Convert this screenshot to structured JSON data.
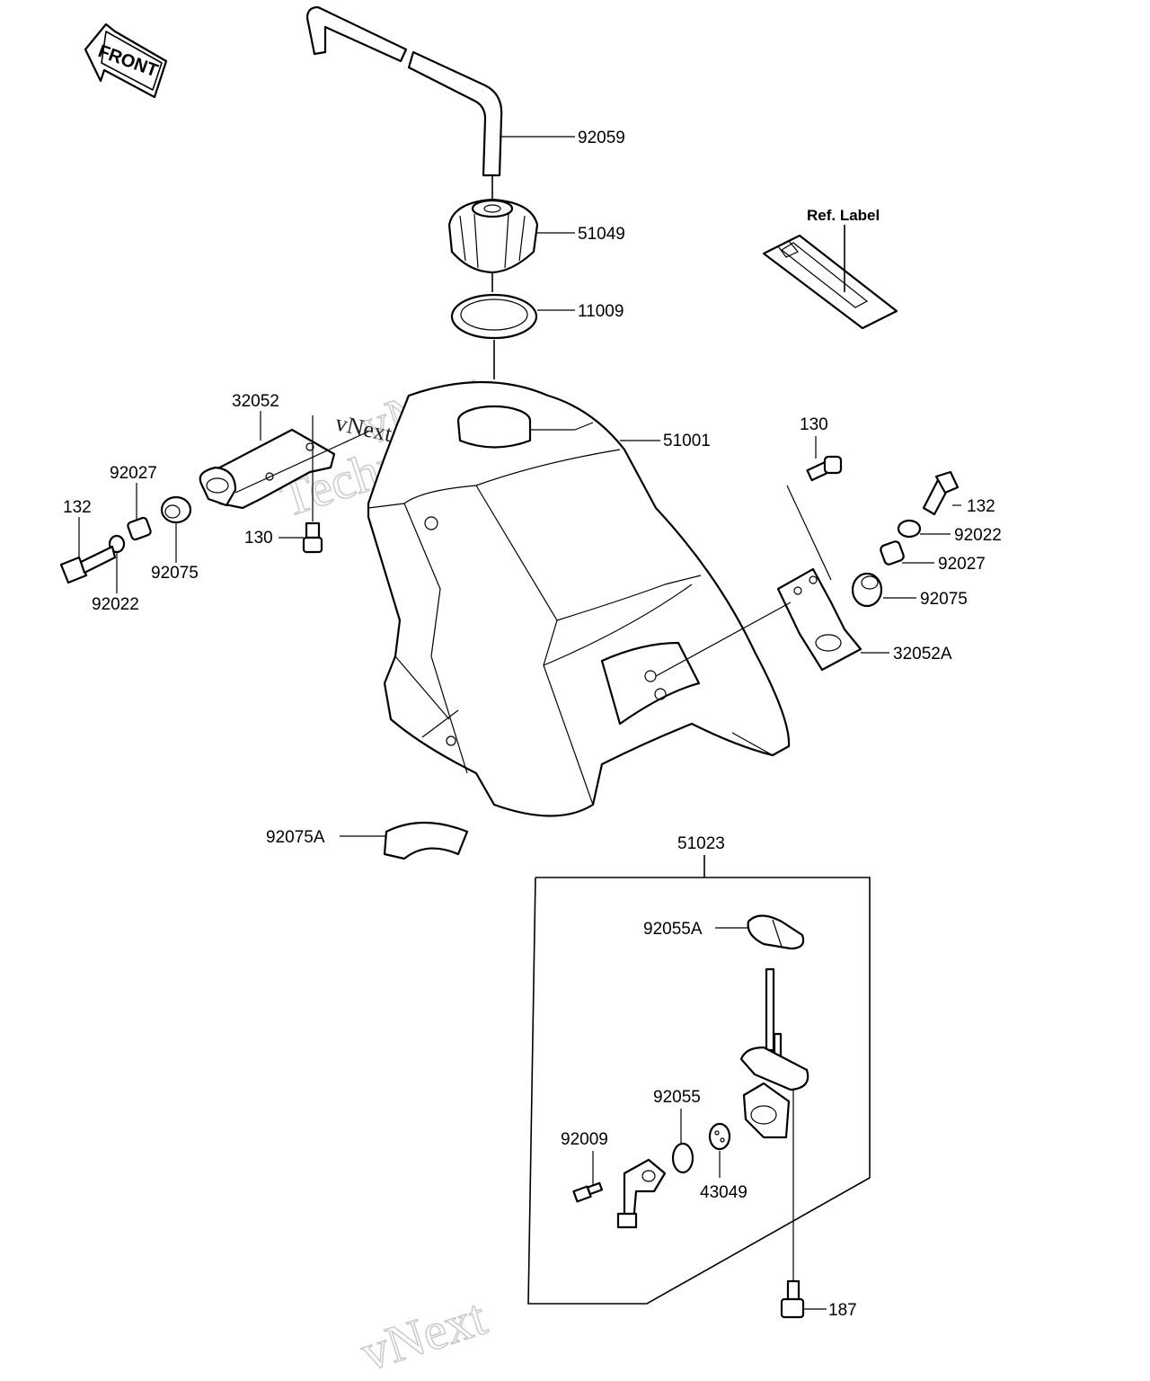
{
  "front_badge": "FRONT",
  "ref_label": "Ref. Label",
  "watermark": {
    "line1": "vNext",
    "line2": "Technologies",
    "inline": "vNext Technologies"
  },
  "callouts": {
    "c92059": "92059",
    "c51049": "51049",
    "c11009": "11009",
    "c51001": "51001",
    "c32052": "32052",
    "c92027_left": "92027",
    "c132_left": "132",
    "c92075_left": "92075",
    "c92022_left": "92022",
    "c130_left": "130",
    "c130_right": "130",
    "c132_right": "132",
    "c92022_right": "92022",
    "c92027_right": "92027",
    "c92075_right": "92075",
    "c32052A": "32052A",
    "c92075A": "92075A",
    "c51023": "51023",
    "c92055A": "92055A",
    "c92055": "92055",
    "c92009": "92009",
    "c43049": "43049",
    "c187": "187"
  }
}
